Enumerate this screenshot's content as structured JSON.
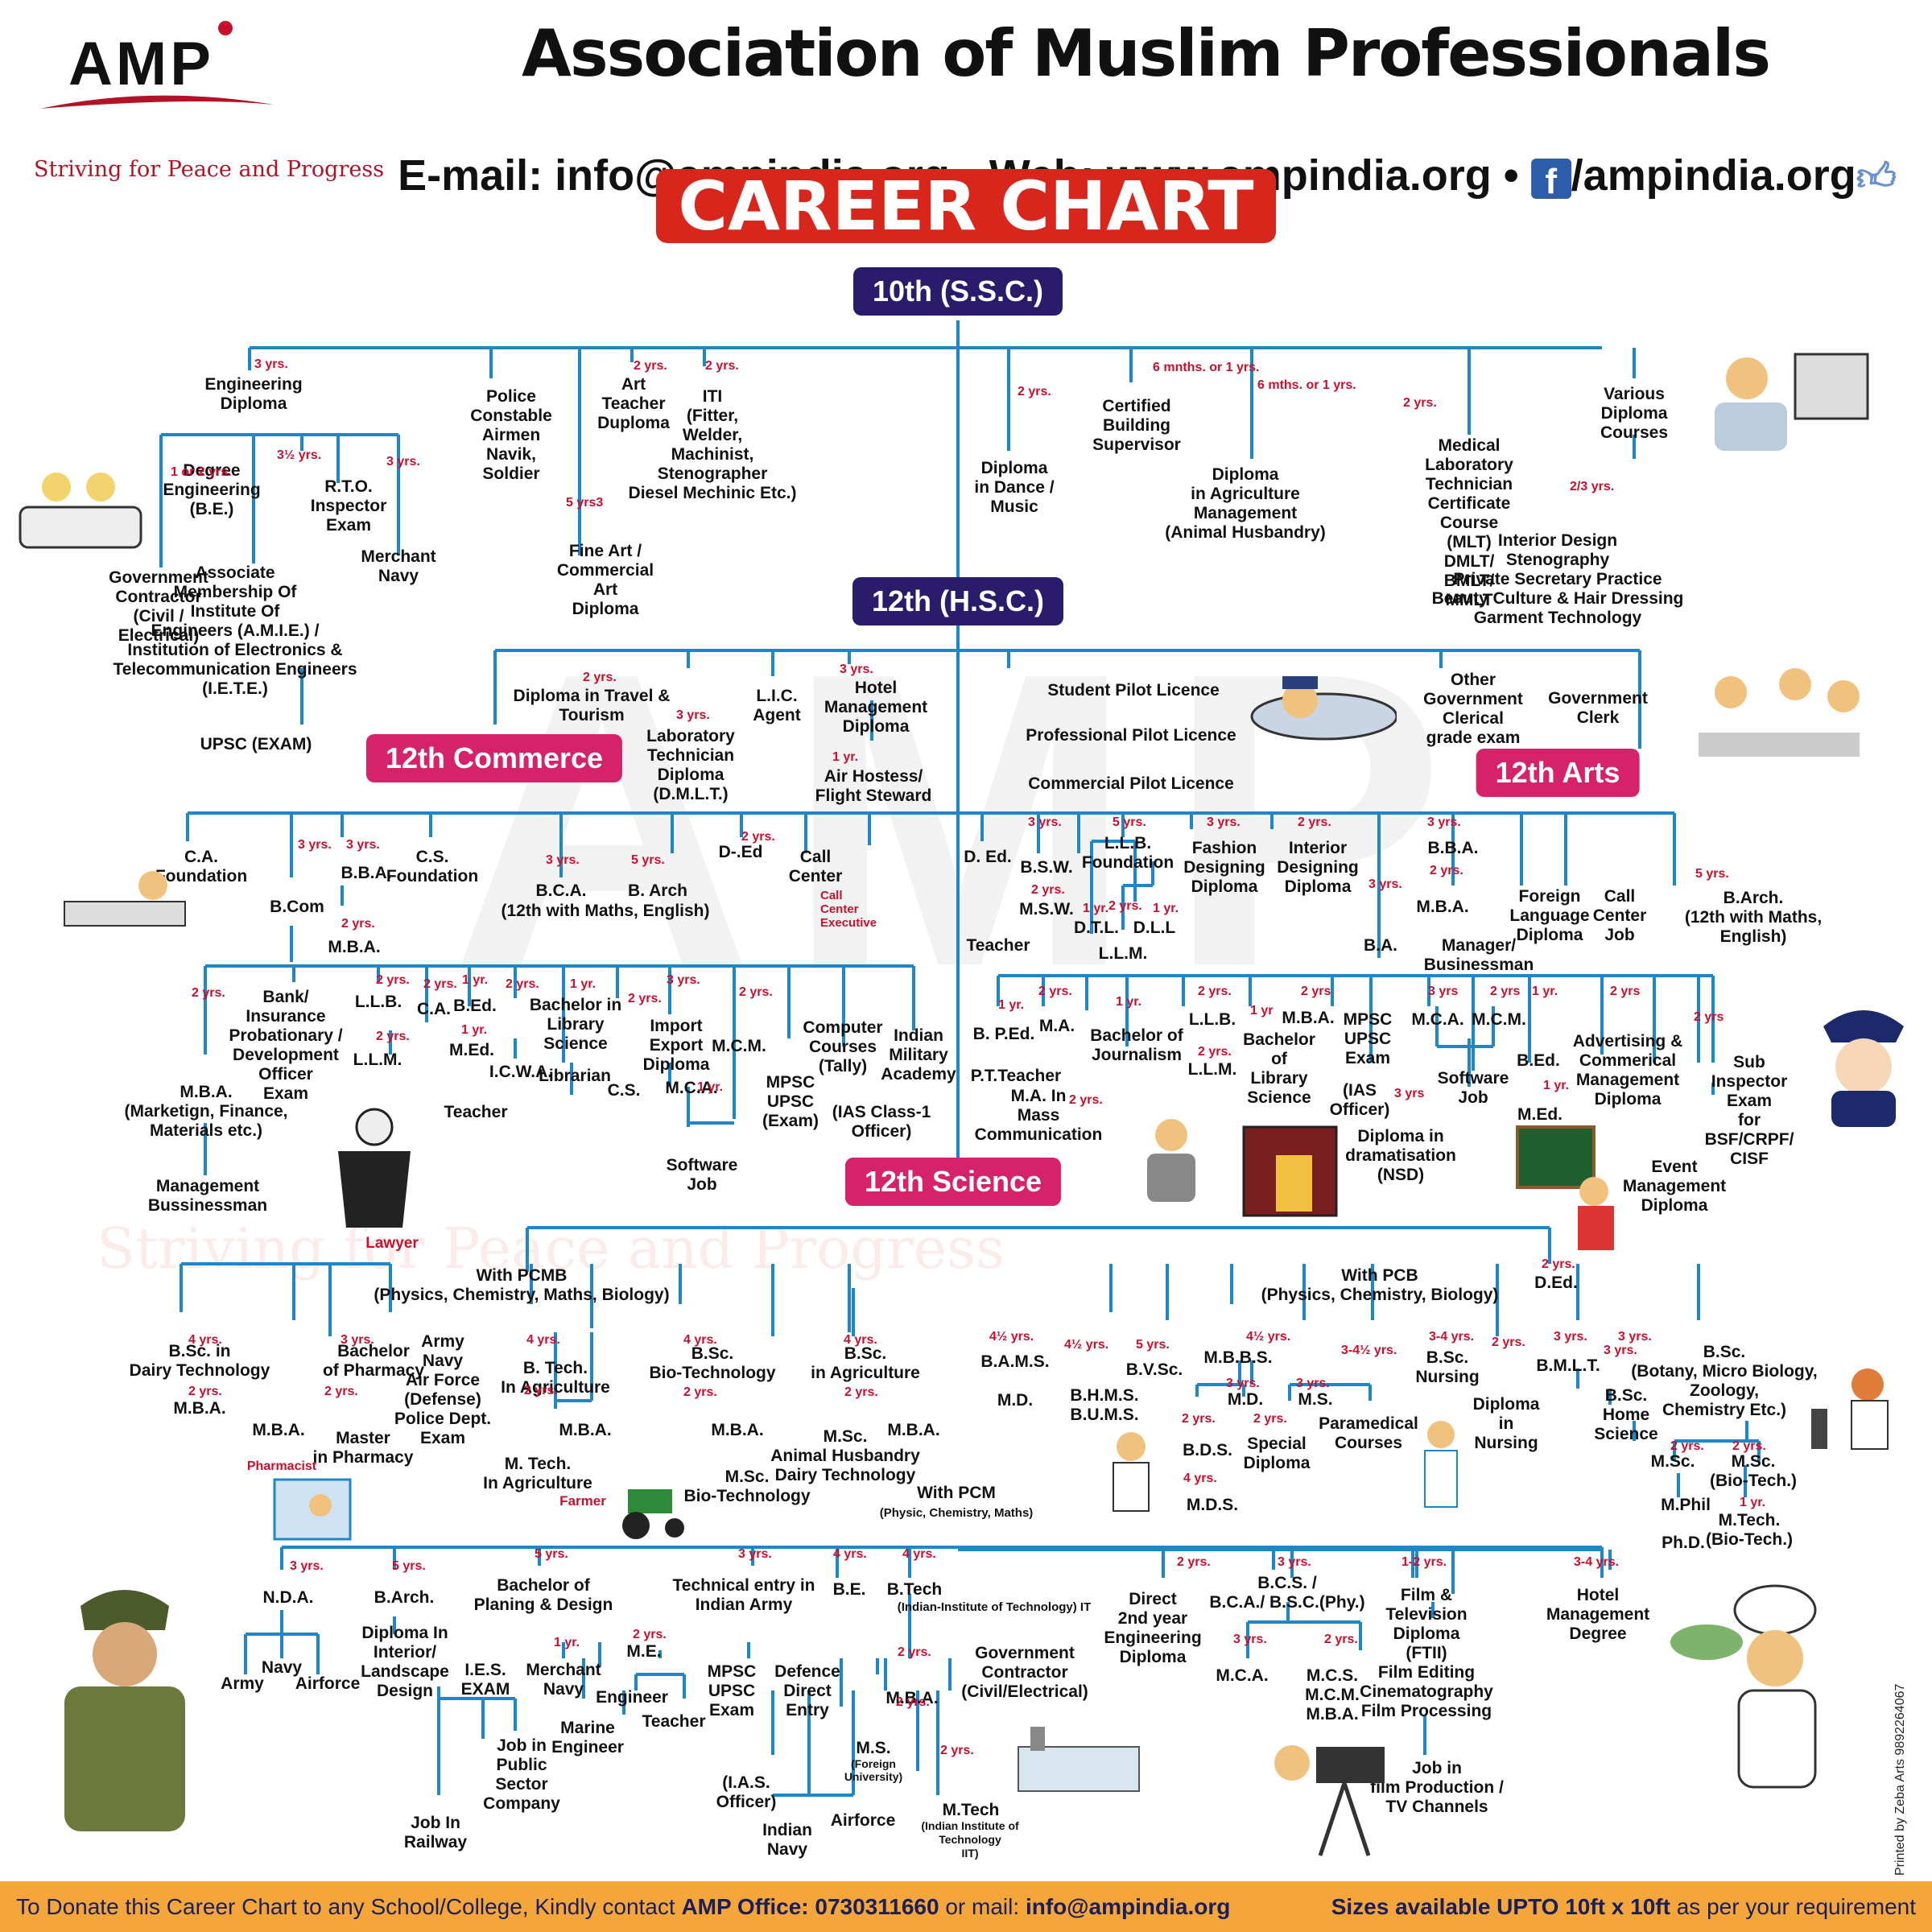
{
  "header": {
    "logo_text": "AMP",
    "tagline": "Striving for Peace and Progress",
    "org_name": "Association of Muslim Professionals",
    "contact": "E-mail: info@ampindia.org • Web: www.ampindia.org • ",
    "facebook_handle": "/ampindia.org",
    "banner": "CAREER CHART"
  },
  "boxes": {
    "ssc": "10th (S.S.C.)",
    "hsc": "12th (H.S.C.)",
    "commerce": "12th Commerce",
    "arts": "12th Arts",
    "science": "12th Science"
  },
  "watermark": {
    "letters": "AMP",
    "tagline": "Striving for Peace and Progress"
  },
  "nodes": [
    "Engineering\nDiploma",
    "Police\nConstable\nAirmen\nNavik,\nSoldier",
    "Art\nTeacher\nDuploma",
    "ITI\n(Fitter,\nWelder,\nMachinist,\nStenographer\nDiesel Mechinic Etc.)",
    "Fine Art /\nCommercial\nArt\nDiploma",
    "Diploma\nin Dance /\nMusic",
    "Certified\nBuilding\nSupervisor",
    "Diploma\nin Agriculture\nManagement\n(Animal Husbandry)",
    "Medical\nLaboratory\nTechnician\nCertificate\nCourse\n(MLT)\nDMLT/\nBMLT/\nMMLT",
    "Various\nDiploma\nCourses",
    "Interior Design\nStenography\nPrivate Secretary Practice\nBeauty Culture & Hair Dressing\nGarment Technology",
    "Degree\nEngineering\n(B.E.)",
    "R.T.O.\nInspector\nExam",
    "Merchant\nNavy",
    "Government\nContractor\n(Civil /\nElectrical)",
    "Associate\nMembership Of\nInstitute Of\nEngineers (A.M.I.E.) /\nInstitution of Electronics &\nTelecommunication Engineers\n(I.E.T.E.)",
    "UPSC (EXAM)",
    "Diploma in Travel &\nTourism",
    "Laboratory\nTechnician\nDiploma\n(D.M.L.T.)",
    "L.I.C.\nAgent",
    "Hotel\nManagement\nDiploma",
    "Air Hostess/\nFlight Steward",
    "Student Pilot Licence",
    "Professional Pilot Licence",
    "Commercial Pilot Licence",
    "Other\nGovernment\nClerical\ngrade exam",
    "Government\nClerk",
    "C.A.\nFoundation",
    "B.Com",
    "B.B.A.",
    "C.S.\nFoundation",
    "B.C.A.",
    "B. Arch",
    "(12th with Maths, English)",
    "D-.Ed",
    "Call\nCenter",
    "M.B.A.",
    "M.B.A.\n(Marketign, Finance,\nMaterials etc.)",
    "Management\nBussinessman",
    "Bank/\nInsurance\nProbationary /\nDevelopment\nOfficer\nExam",
    "L.L.B.",
    "L.L.M.",
    "C.A.",
    "B.Ed.",
    "M.Ed.",
    "Teacher",
    "I.C.W.A.",
    "Bachelor in\nLibrary\nScience",
    "Librarian",
    "C.S.",
    "Import\nExport\nDiploma",
    "M.C.A.",
    "Software\nJob",
    "M.C.M.",
    "MPSC\nUPSC\n(Exam)",
    "Computer\nCourses\n(Tally)",
    "(IAS Class-1\nOfficer)",
    "Indian\nMilitary\nAcademy",
    "D. Ed.",
    "Teacher",
    "B.S.W.",
    "M.S.W.",
    "L.L.B.\nFoundation",
    "D.T.L.",
    "D.L.L",
    "L.L.M.",
    "Fashion\nDesigning\nDiploma",
    "Interior\nDesigning\nDiploma",
    "B.A.",
    "B.B.A.",
    "M.B.A.",
    "Manager/\nBusinessman",
    "Foreign\nLanguage\nDiploma",
    "Call\nCenter\nJob",
    "B.Arch.\n(12th with Maths,\nEnglish)",
    "B. P.Ed.",
    "P.T.Teacher",
    "M.A.",
    "M.A. In\nMass\nCommunication",
    "Bachelor of\nJournalism",
    "L.L.B.",
    "L.L.M.",
    "Bachelor\nof\nLibrary\nScience",
    "M.B.A.",
    "MPSC\nUPSC\nExam",
    "(IAS\nOfficer)",
    "Diploma in\ndramatisation\n(NSD)",
    "M.C.A.",
    "M.C.M.",
    "Software\nJob",
    "B.Ed.",
    "M.Ed.",
    "Advertising &\nCommerical\nManagement\nDiploma",
    "Event\nManagement\nDiploma",
    "Sub\nInspector\nExam\nfor\nBSF/CRPF/\nCISF",
    "With PCMB\n(Physics, Chemistry, Maths, Biology)",
    "With PCB\n(Physics, Chemistry, Biology)",
    "D.Ed.",
    "B.Sc. in\nDairy Technology",
    "M.B.A.",
    "Bachelor\nof Pharmacy",
    "M.B.A.",
    "Master\nin Pharmacy",
    "Army\nNavy\nAir Force\n(Defense)\nPolice Dept.\nExam",
    "B. Tech.\nIn Agriculture",
    "M. Tech.\nIn Agriculture",
    "M.B.A.",
    "B.Sc.\nBio-Technology",
    "M.B.A.",
    "M.Sc.\nBio-Technology",
    "B.Sc.\nin Agriculture",
    "M.Sc.\nAnimal Husbandry\nDairy Technology",
    "M.B.A.",
    "B.A.M.S.",
    "M.D.",
    "B.H.M.S.\nB.U.M.S.",
    "B.V.Sc.",
    "M.B.B.S.",
    "M.D.",
    "M.S.",
    "Special\nDiploma",
    "B.D.S.",
    "M.D.S.",
    "Paramedical\nCourses",
    "B.Sc.\nNursing",
    "Diploma\nin\nNursing",
    "B.M.L.T.",
    "B.Sc.\nHome\nScience",
    "B.Sc.\n(Botany, Micro Biology,\nZoology,\nChemistry Etc.)",
    "M.Sc.",
    "M.Sc.\n(Bio-Tech.)",
    "M.Phil",
    "Ph.D.",
    "M.Tech.\n(Bio-Tech.)",
    "N.D.A.",
    "Navy",
    "Army",
    "Airforce",
    "B.Arch.",
    "Diploma In\nInterior/\nLandscape\nDesign",
    "Bachelor of\nPlaning & Design",
    "I.E.S.\nEXAM",
    "Job in\nPublic\nSector\nCompany",
    "Job In\nRailway",
    "Merchant\nNavy",
    "Marine\nEngineer",
    "M.E.",
    "Engineer",
    "Teacher",
    "Technical entry in\nIndian Army",
    "MPSC\nUPSC\nExam",
    "(I.A.S.\nOfficer)",
    "B.E.",
    "Defence\nDirect\nEntry",
    "Indian\nNavy",
    "Airforce",
    "B.Tech",
    "M.B.A.",
    "M.S.",
    "M.Tech",
    "Government\nContractor\n(Civil/Electrical)",
    "Direct\n2nd year\nEngineering\nDiploma",
    "B.C.S. /\nB.C.A./ B.S.C.(Phy.)",
    "M.C.A.",
    "M.C.S.\nM.C.M.\nM.B.A.",
    "Film &\nTelevision\nDiploma\n(FTII)\nFilm Editing\nCinematography\nFilm Processing",
    "Job in\nfilm Production /\nTV Channels",
    "Hotel\nManagement\nDegree"
  ],
  "durations": [
    "3 yrs.",
    "2 yrs.",
    "2 yrs.",
    "5 yrs3",
    "2 yrs.",
    "6 mnths.\nor 1 yrs.",
    "6 mths.\nor 1 yrs.",
    "2 yrs.",
    "2/3 yrs.",
    "1 or 2 yrs.",
    "3½ yrs.",
    "3 yrs.",
    "2 yrs.",
    "3 yrs.",
    "3 yrs.",
    "1 yr.",
    "3 yrs.",
    "3 yrs.",
    "3 yrs.",
    "5 yrs.",
    "2 yrs.",
    "2 yrs.",
    "2 yrs.",
    "2 yrs.",
    "2 yrs.",
    "2 yrs.",
    "1 yr.",
    "1 yr.",
    "2 yrs.",
    "1 yr.",
    "2 yrs.",
    "3 yrs.",
    "1 yr.",
    "2 yrs.",
    "3 yrs.",
    "5 yrs.",
    "3 yrs.",
    "2 yrs.",
    "3 yrs.",
    "2 yrs.",
    "2 yrs.",
    "2 yrs.",
    "1 yr.",
    "1 yr.",
    "3 yrs.",
    "5 yrs.",
    "1 yr.",
    "2 yrs.",
    "1 yr.",
    "2 yrs.",
    "2 yrs.",
    "1 yr",
    "2 yrs",
    "3 yrs",
    "2 yrs",
    "1 yr.",
    "1 yr.",
    "2 yrs",
    "2 yrs",
    "2 yrs.",
    "3 yrs",
    "2 yrs.",
    "4 yrs.",
    "2 yrs.",
    "3 yrs.",
    "2 yrs.",
    "4 yrs.",
    "2 yrs.",
    "4 yrs.",
    "2 yrs.",
    "4 yrs.",
    "2 yrs.",
    "4½ yrs.",
    "4½ yrs.",
    "5 yrs.",
    "4½ yrs.",
    "3 yrs.",
    "3 yrs.",
    "2 yrs.",
    "2 yrs.",
    "4 yrs.",
    "3-4½ yrs.",
    "3-4 yrs.",
    "2 yrs.",
    "3 yrs.",
    "3 yrs.",
    "3 yrs.",
    "2 yrs.",
    "2 yrs.",
    "1 yr.",
    "3 yrs.",
    "5 yrs.",
    "5 yrs.",
    "1 yr.",
    "2 yrs.",
    "3 yrs.",
    "4 yrs.",
    "4 yrs.",
    "2 yrs.",
    "2 yrs.",
    "2 yrs.",
    "2 yrs.",
    "3 yrs.",
    "3 yrs.",
    "2 yrs.",
    "1-2 yrs.",
    "3-4 yrs."
  ],
  "captions": [
    "Call\nCenter\nExecutive",
    "Lawyer",
    "Pharmacist",
    "Farmer"
  ],
  "labels": {
    "with_pcm": "With PCM",
    "with_pcm_sub": "(Physic, Chemistry, Maths)",
    "iit_note": "(Indian-Institute of Technology) IT",
    "foreign_univ": "(Foreign\nUniversity)",
    "mtech_note": "(Indian Institute of\nTechnology\nIIT)"
  },
  "footer": {
    "left_pre": "To Donate this Career Chart to any School/College, Kindly contact ",
    "left_strong": "AMP Office: 0730311660",
    "left_mid": " or mail: ",
    "left_mail": "info@ampindia.org",
    "right_strong": "Sizes available UPTO 10ft x 10ft",
    "right_post": " as per your requirement"
  },
  "printed_by": "Printed by Zeba Arts 9892264067",
  "colors": {
    "connector": "#1f86c8",
    "navy": "#2b1c6b",
    "pink": "#d6226a",
    "red": "#d9261c",
    "footer": "#f4a63a",
    "duration": "#c8102e"
  }
}
